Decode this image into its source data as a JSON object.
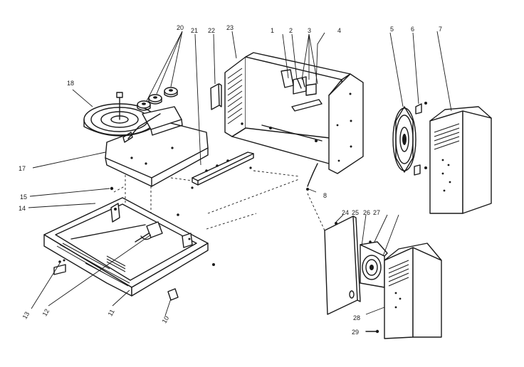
{
  "diagram": {
    "callouts": {
      "c1": "1",
      "c2": "2",
      "c3": "3",
      "c4": "4",
      "c5": "5",
      "c6": "6",
      "c7": "7",
      "c8": "8",
      "c10": "10",
      "c11": "11",
      "c12": "12",
      "c13": "13",
      "c14": "14",
      "c15": "15",
      "c17": "17",
      "c18": "18",
      "c20": "20",
      "c21": "21",
      "c22": "22",
      "c23": "23",
      "c24": "24",
      "c25": "25",
      "c26": "26",
      "c27": "27",
      "c28": "28",
      "c29": "29"
    },
    "colors": {
      "ink": "#1a1a1a",
      "paper": "#ffffff"
    }
  }
}
